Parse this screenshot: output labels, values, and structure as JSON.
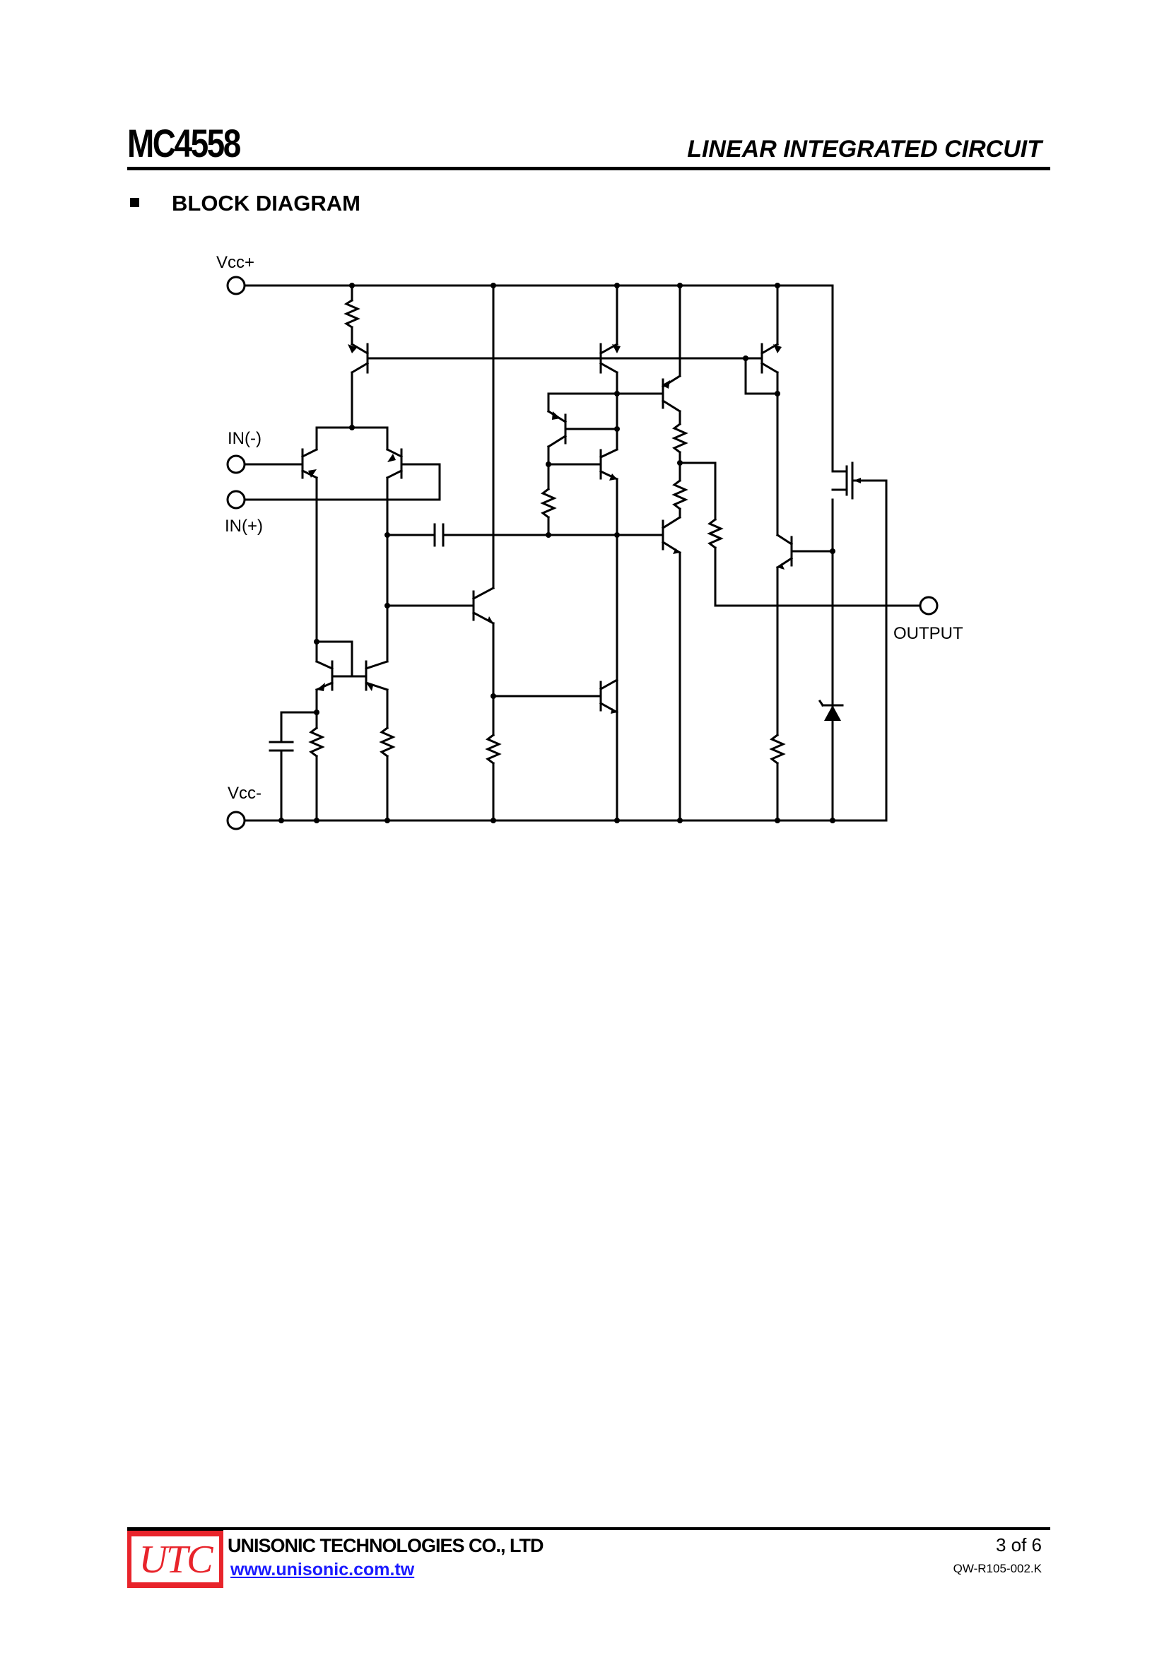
{
  "header": {
    "part_number": "MC4558",
    "subtitle": "LINEAR INTEGRATED CIRCUIT"
  },
  "section": {
    "heading": "BLOCK DIAGRAM"
  },
  "diagram": {
    "labels": {
      "vcc_plus": "Vcc+",
      "vcc_minus": "Vcc-",
      "in_minus": "IN(-)",
      "in_plus": "IN(+)",
      "output": "OUTPUT"
    }
  },
  "footer": {
    "logo_text": "UTC",
    "company": "UNISONIC TECHNOLOGIES CO., LTD",
    "url": "www.unisonic.com.tw",
    "page": "3 of 6",
    "doc_code": "QW-R105-002.K"
  }
}
